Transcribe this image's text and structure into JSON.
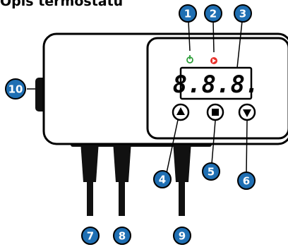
{
  "title": "Opis termostatu",
  "display": {
    "value": "8.8.8."
  },
  "colors": {
    "badge": "#1f6fb3",
    "outline": "#000000",
    "power_led": "#2e9e3a",
    "pump_led": "#e8312b"
  },
  "icons": {
    "power": "power-icon",
    "pump": "pump-icon",
    "up": "triangle-up-icon",
    "stop": "square-icon",
    "down": "triangle-down-icon"
  },
  "callouts": [
    {
      "num": "1",
      "target": "power-led"
    },
    {
      "num": "2",
      "target": "pump-led"
    },
    {
      "num": "3",
      "target": "display"
    },
    {
      "num": "4",
      "target": "up-button"
    },
    {
      "num": "5",
      "target": "stop-button"
    },
    {
      "num": "6",
      "target": "down-button"
    },
    {
      "num": "7",
      "target": "cable-1"
    },
    {
      "num": "8",
      "target": "cable-2"
    },
    {
      "num": "9",
      "target": "cable-3"
    },
    {
      "num": "10",
      "target": "side-switch"
    }
  ]
}
